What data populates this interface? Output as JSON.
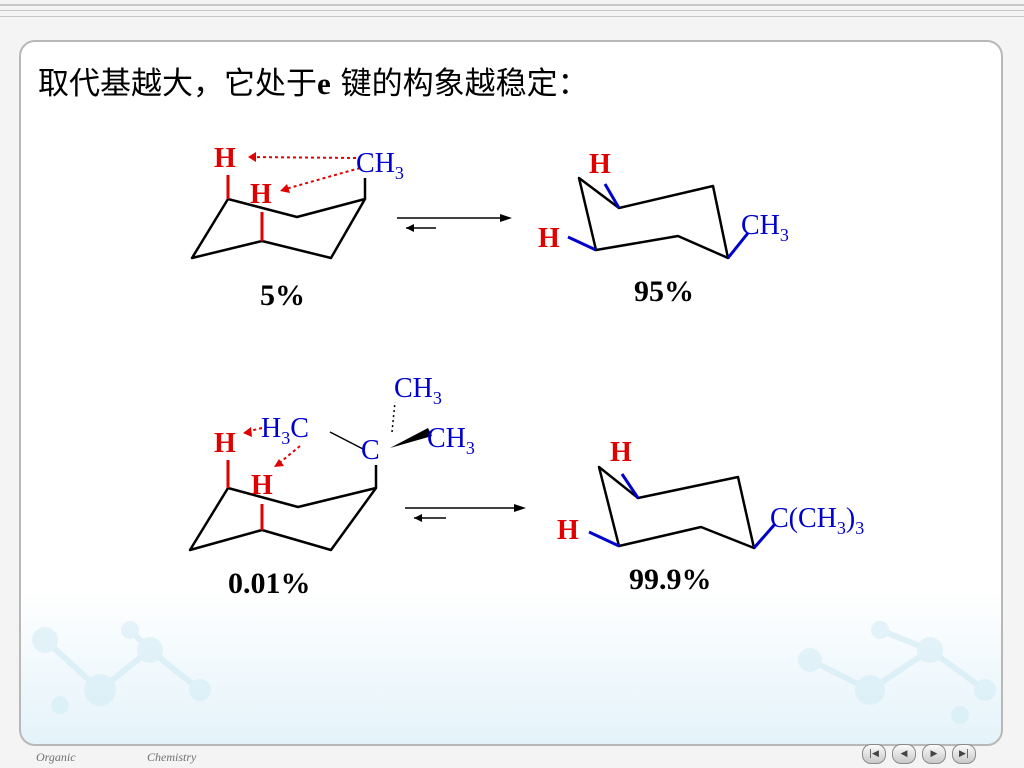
{
  "slide": {
    "title_part1": "取代基越大，它处于",
    "title_latin": "e",
    "title_part2": " 键的构象越稳定："
  },
  "reaction1": {
    "left": {
      "axial_h_top": "H",
      "axial_h_mid": "H",
      "substituent": "CH",
      "substituent_sub": "3",
      "percent": "5%"
    },
    "right": {
      "axial_h_top": "H",
      "axial_h_left": "H",
      "substituent": "CH",
      "substituent_sub": "3",
      "percent": "95%"
    }
  },
  "reaction2": {
    "left": {
      "axial_h_top": "H",
      "axial_h_mid": "H",
      "methyl_top": "CH",
      "methyl_top_sub": "3",
      "methyl_left_h": "H",
      "methyl_left_sub": "3",
      "methyl_left_c": "C",
      "methyl_right": "CH",
      "methyl_right_sub": "3",
      "central_c": "C",
      "percent": "0.01%"
    },
    "right": {
      "axial_h_top": "H",
      "axial_h_left": "H",
      "substituent_a": "C(CH",
      "substituent_sub1": "3",
      "substituent_b": ")",
      "substituent_sub2": "3",
      "percent": "99.9%"
    }
  },
  "footer": {
    "left_word": "Organic",
    "right_word": "Chemistry"
  },
  "nav": {
    "first": "|◀",
    "prev": "◀",
    "next": "▶",
    "last": "▶|"
  },
  "colors": {
    "axial_h": "#e00000",
    "substituent": "#0000cc",
    "bonds": "#000000"
  }
}
